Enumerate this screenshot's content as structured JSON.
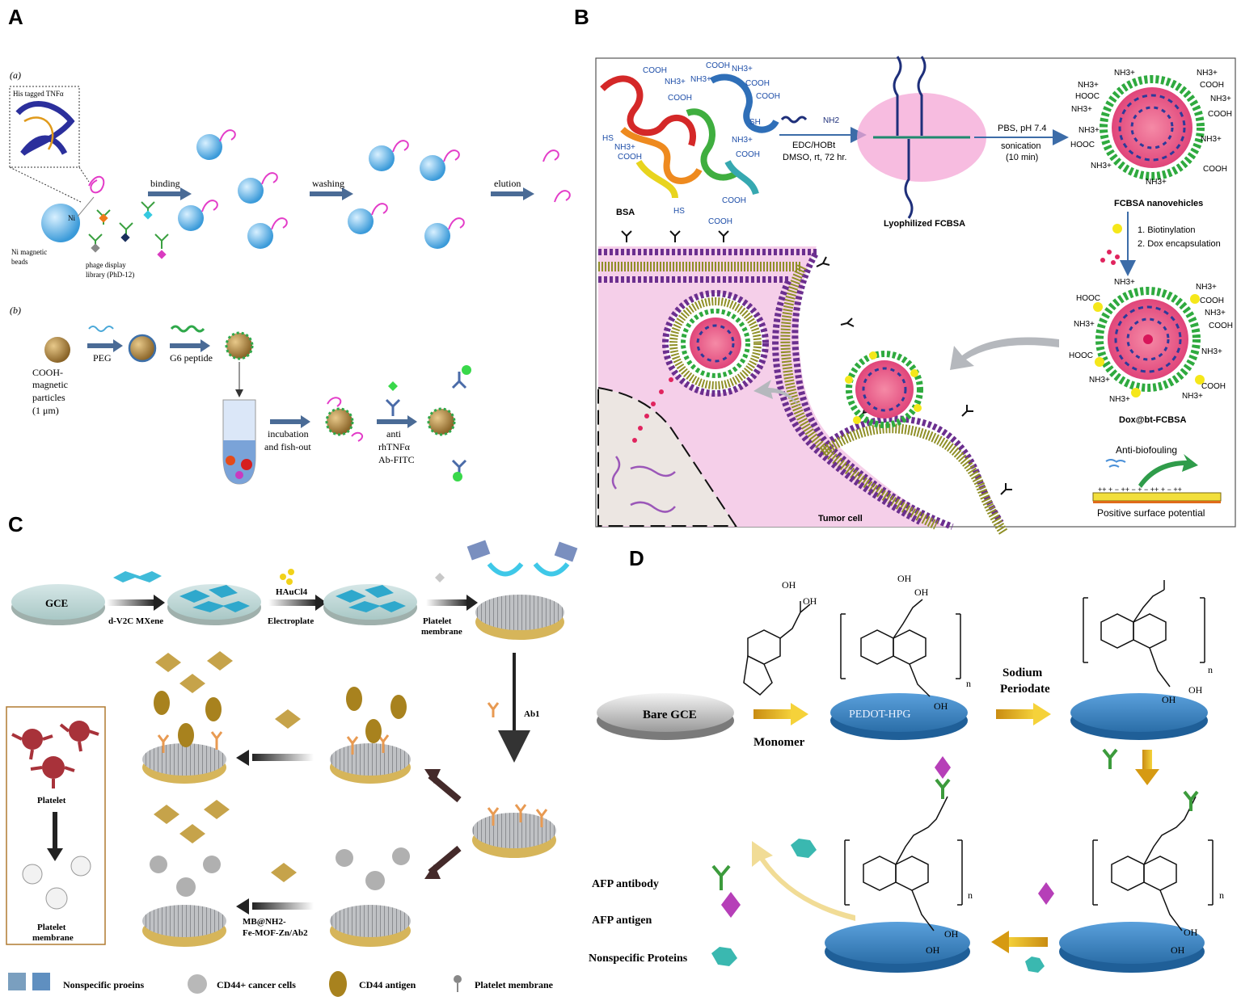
{
  "panels": {
    "a": {
      "letter": "A",
      "sub_a": "(a)",
      "sub_b": "(b)",
      "his_tagged": "His tagged TNFα",
      "ni": "Ni",
      "ni_beads_1": "Ni magnetic",
      "ni_beads_2": "beads",
      "phage_1": "phage display",
      "phage_2": "library (PhD-12)",
      "binding": "binding",
      "washing": "washing",
      "elution": "elution",
      "peg": "PEG",
      "g6": "G6 peptide",
      "cooh_1": "COOH-",
      "cooh_2": "magnetic",
      "cooh_3": "particles",
      "cooh_4": "(1 μm)",
      "incub_1": "incubation",
      "incub_2": "and fish-out",
      "anti_1": "anti",
      "anti_2": "rhTNFα",
      "anti_3": "Ab-FITC"
    },
    "b": {
      "letter": "B",
      "bsa": "BSA",
      "cooh": "COOH",
      "nh3": "NH3+",
      "hs": "HS",
      "sh": "SH",
      "hooc": "HOOC",
      "reagent_1": "EDC/HOBt",
      "reagent_2": "DMSO, rt, 72 hr.",
      "nh2": "NH2",
      "lyophilized": "Lyophilized FCBSA",
      "pbs_1": "PBS, pH 7.4",
      "pbs_2": "sonication",
      "pbs_3": "(10 min)",
      "fcbsa": "FCBSA nanovehicles",
      "step_1": "1. Biotinylation",
      "step_2": "2. Dox encapsulation",
      "dox": "Dox@bt-FCBSA",
      "anti_biofouling": "Anti-biofouling",
      "positive": "Positive surface potential",
      "tumor": "Tumor cell"
    },
    "c": {
      "letter": "C",
      "gce": "GCE",
      "mxene": "d-V2C MXene",
      "hauc": "HAuCl4",
      "electroplate": "Electroplate",
      "platelet_mem_1": "Platelet",
      "platelet_mem_2": "membrane",
      "ab1": "Ab1",
      "platelet": "Platelet",
      "platelet_membrane_1": "Platelet",
      "platelet_membrane_2": "membrane",
      "mb_1": "MB@NH2-",
      "mb_2": "Fe-MOF-Zn/Ab2",
      "leg_1": "Nonspecific proeins",
      "leg_2": "CD44+ cancer cells",
      "leg_3": "CD44 antigen",
      "leg_4": "Platelet membrane"
    },
    "d": {
      "letter": "D",
      "bare": "Bare GCE",
      "monomer": "Monomer",
      "pedot": "PEDOT-HPG",
      "sodium_1": "Sodium",
      "sodium_2": "Periodate",
      "oh": "OH",
      "n": "n",
      "leg_1": "AFP antibody",
      "leg_2": "AFP antigen",
      "leg_3": "Nonspecific Proteins"
    }
  },
  "colors": {
    "bead": "#5fb3e8",
    "phage": "#e33cc8",
    "pink_cell": "#f2c9e6",
    "membrane": "#6b2f8f",
    "gold": "#c8a94a",
    "disk_blue": "#3d84c4",
    "arrow_gold": "#e3b422"
  }
}
